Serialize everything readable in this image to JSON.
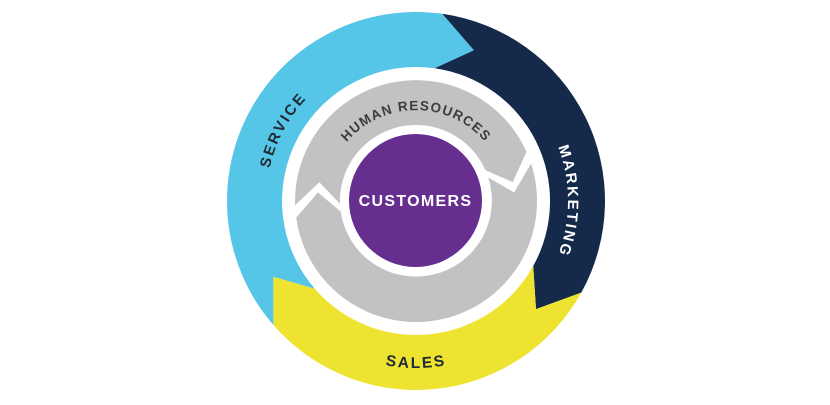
{
  "diagram": {
    "type": "flywheel",
    "rotation": "clockwise",
    "center": {
      "label": "CUSTOMERS",
      "circle_color": "#662E8F",
      "text_color": "#FFFFFF"
    },
    "inner_ring": {
      "label": "HUMAN RESOURCES",
      "ring_color": "#C2C2C4",
      "text_color": "#3C3C3C"
    },
    "outer_segments": [
      {
        "label": "SERVICE",
        "position": "left",
        "color": "#55C6E8",
        "text_color": "#222A35"
      },
      {
        "label": "MARKETING",
        "position": "right",
        "color": "#15294A",
        "text_color": "#FFFFFF"
      },
      {
        "label": "SALES",
        "position": "bottom",
        "color": "#EFE332",
        "text_color": "#222A35"
      }
    ],
    "background_color": "#FFFFFF"
  }
}
